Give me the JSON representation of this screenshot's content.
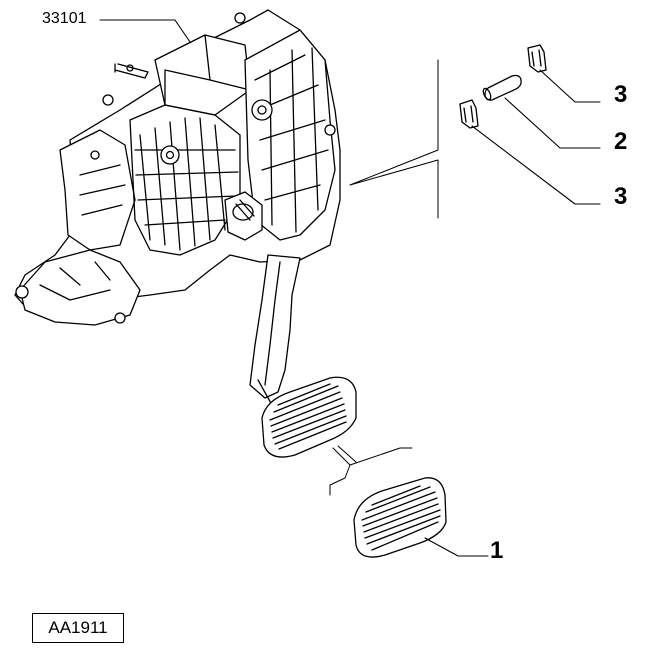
{
  "diagram": {
    "assembly_number": "33101",
    "reference_code": "AA1911",
    "callouts": [
      {
        "id": "callout-1",
        "number": "1",
        "part": "pedal-pad-lower"
      },
      {
        "id": "callout-2",
        "number": "2",
        "part": "pin"
      },
      {
        "id": "callout-3-top",
        "number": "3",
        "part": "clip-top"
      },
      {
        "id": "callout-3-bottom",
        "number": "3",
        "part": "clip-bottom"
      }
    ]
  }
}
